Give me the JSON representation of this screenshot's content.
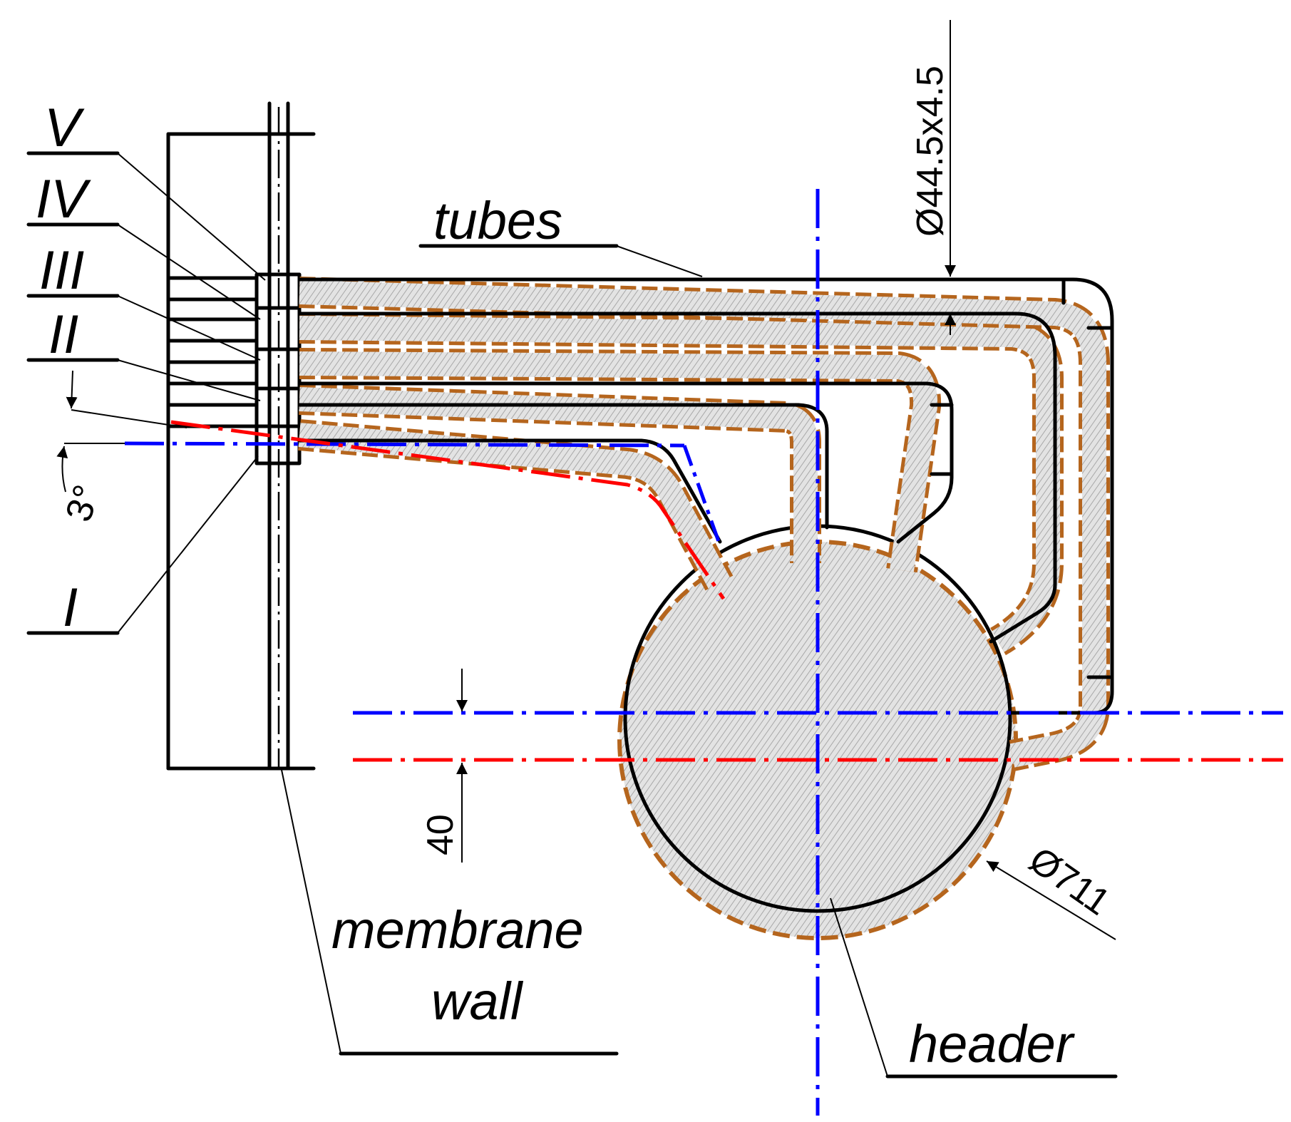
{
  "labels": {
    "row_v": "V",
    "row_iv": "IV",
    "row_iii": "III",
    "row_ii": "II",
    "row_i": "I",
    "tubes": "tubes",
    "tube_dimension": "Ø44.5x4.5",
    "angle": "3°",
    "offset": "40",
    "header_diameter": "Ø711",
    "membrane_line1": "membrane",
    "membrane_line2": "wall",
    "header": "header"
  },
  "colors": {
    "outline": "#000000",
    "centerline_blue": "#0000ff",
    "centerline_red": "#ff0000",
    "dashed_orange": "#b5651d",
    "hatch_fill": "#d6d6d6"
  }
}
